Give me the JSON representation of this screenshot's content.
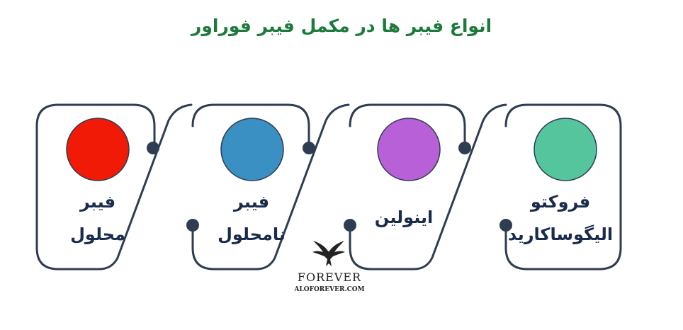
{
  "title": "انواع فیبر ها در مکمل فیبر فوراور",
  "colors": {
    "title": "#1d7a3c",
    "outline": "#2e3d52",
    "text": "#1a2b4c",
    "circle_red": "#f01a06",
    "circle_blue": "#3a90c3",
    "circle_purple": "#b860d8",
    "circle_green": "#54c59c"
  },
  "cards": [
    {
      "line1": "فیبر",
      "line2": "محلول"
    },
    {
      "line1": "فیبر",
      "line2": "نامحلول"
    },
    {
      "line1": "اینولین",
      "line2": ""
    },
    {
      "line1": "فروکتو",
      "line2": "الیگوساکارید"
    }
  ],
  "logo": {
    "icon": "eagle-icon",
    "brand": "FOREVER",
    "site": "ALOFOREVER.COM"
  }
}
